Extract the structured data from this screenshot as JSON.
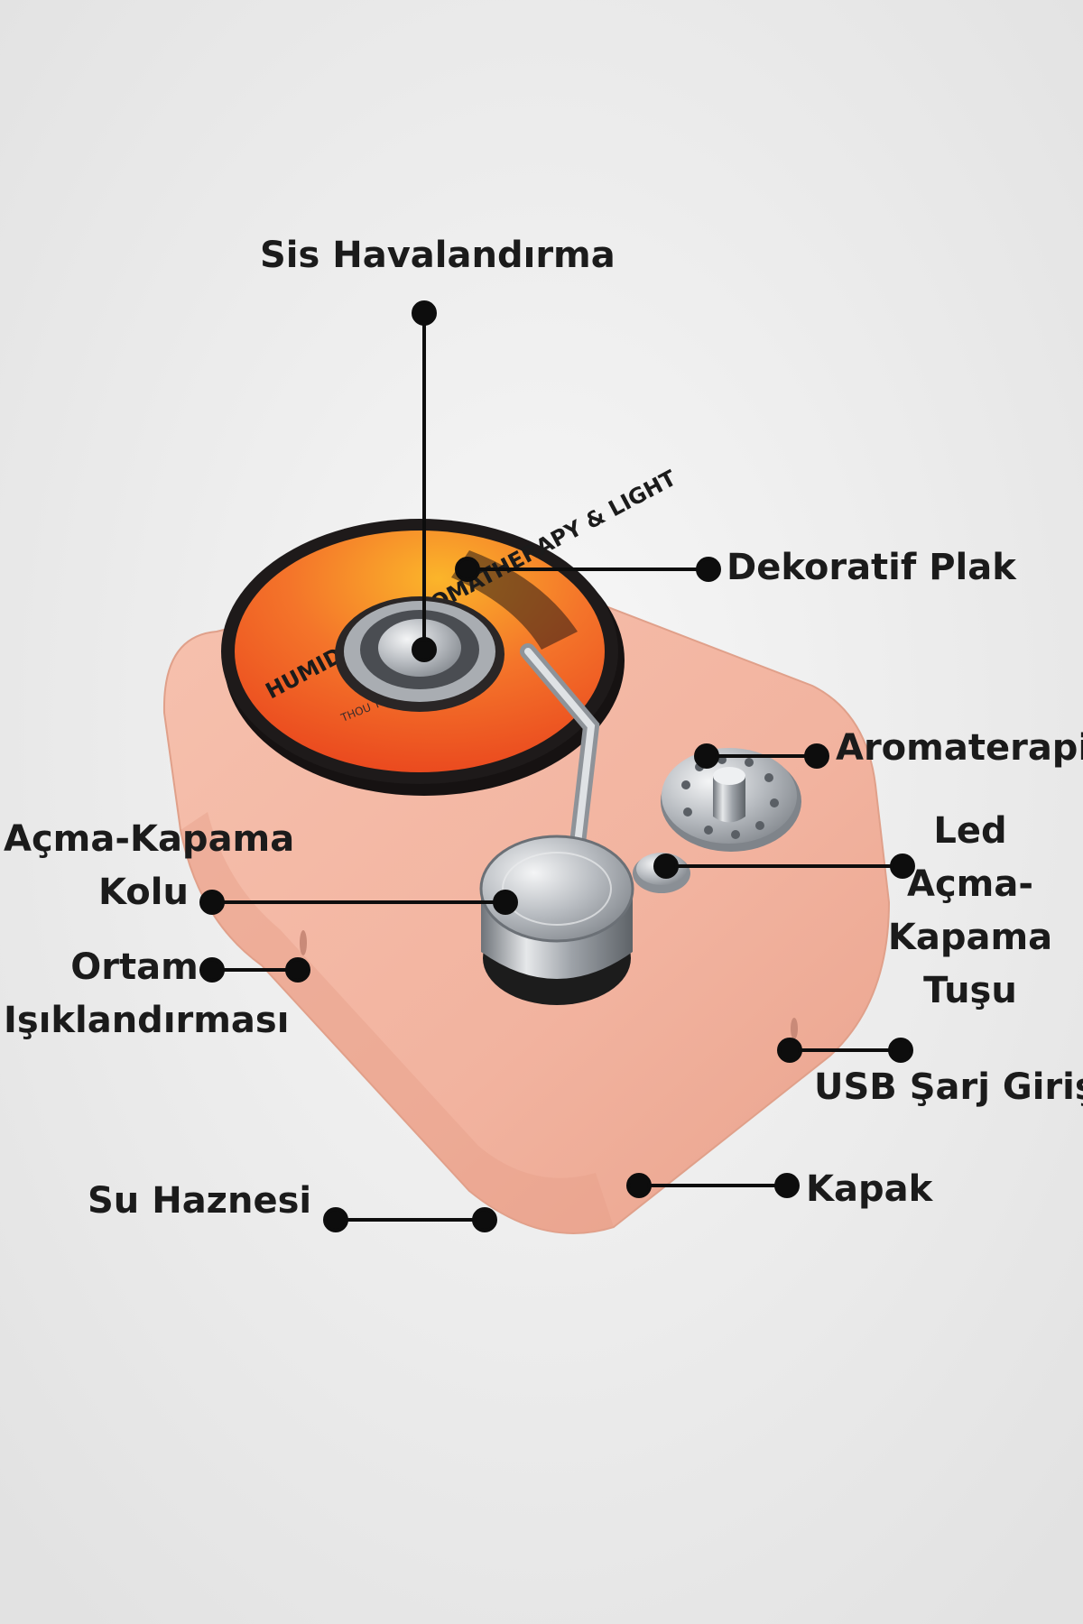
{
  "disc_text": {
    "outer": "HUMIDIFIER AROMATHERAPY & LIGHT",
    "inner": "THOU THOU HIGH HERE"
  },
  "labels": {
    "sis": "Sis Havalandırma",
    "plak": "Dekoratif Plak",
    "aroma": "Aromaterapi",
    "acma_1": "Açma-Kapama",
    "acma_2": "Kolu",
    "led_1": "Led",
    "led_2": "Açma-",
    "led_3": "Kapama",
    "led_4": "Tuşu",
    "ortam_1": "Ortam",
    "ortam_2": "Işıklandırması",
    "usb": "USB Şarj Girişi",
    "kapak": "Kapak",
    "su": "Su Haznesi"
  },
  "colors": {
    "body": "#f2b39f",
    "disc_orange": "#f25a1e",
    "disc_black": "#1e1a1a",
    "metal": "#c5c8cc",
    "leader": "#0d0d0d"
  }
}
